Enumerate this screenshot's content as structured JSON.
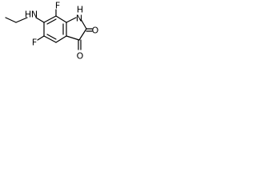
{
  "molecule": {
    "atoms": {
      "fluorine_top": "F",
      "fluorine_bottom": "F",
      "nitrogen_methylamino": "N",
      "hydrogen_methylamino": "H",
      "nitrogen_ring": "N",
      "hydrogen_ring": "H",
      "oxygen_c2": "O",
      "oxygen_c3": "O"
    }
  }
}
